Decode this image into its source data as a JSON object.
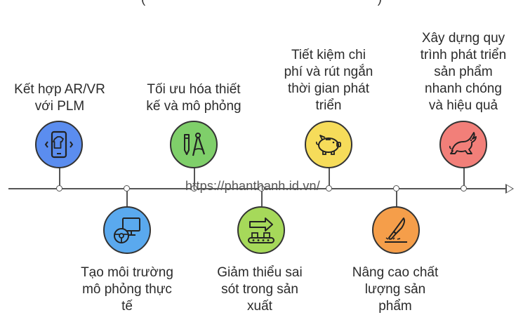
{
  "title_partial": "(",
  "title_partial_right": ")",
  "watermark": "https://phanthanh.id.vn/",
  "colors": {
    "blue": "#5b8def",
    "sky": "#5aa9ee",
    "green": "#7fcf6a",
    "lime": "#a6d95a",
    "yellow": "#f6dc5a",
    "orange": "#f59e4a",
    "red": "#f27f79",
    "line": "#555555"
  },
  "steps": [
    {
      "id": "ar-vr",
      "label_lines": [
        "Kết hợp AR/VR",
        "với PLM"
      ],
      "icon": "ar-shirt-phone-icon",
      "position": "above"
    },
    {
      "id": "simulation-env",
      "label_lines": [
        "Tạo môi trường",
        "mô phỏng thực",
        "tế"
      ],
      "icon": "monitor-steering-wheel-icon",
      "position": "below"
    },
    {
      "id": "optimize-design",
      "label_lines": [
        "Tối ưu hóa thiết",
        "kế và mô phỏng"
      ],
      "icon": "pen-compass-icon",
      "position": "above"
    },
    {
      "id": "reduce-errors",
      "label_lines": [
        "Giảm thiểu sai",
        "sót trong sản",
        "xuất"
      ],
      "icon": "conveyor-arrow-icon",
      "position": "below"
    },
    {
      "id": "save-cost",
      "label_lines": [
        "Tiết kiệm chi",
        "phí và rút ngắn",
        "thời gian phát",
        "triển"
      ],
      "icon": "piggy-bank-icon",
      "position": "above"
    },
    {
      "id": "quality",
      "label_lines": [
        "Nâng cao chất",
        "lượng sản",
        "phẩm"
      ],
      "icon": "knife-cut-icon",
      "position": "below"
    },
    {
      "id": "fast-process",
      "label_lines": [
        "Xây dựng quy",
        "trình phát triển",
        "sản phẩm",
        "nhanh chóng",
        "và hiệu quả"
      ],
      "icon": "rabbit-icon",
      "position": "above"
    }
  ]
}
